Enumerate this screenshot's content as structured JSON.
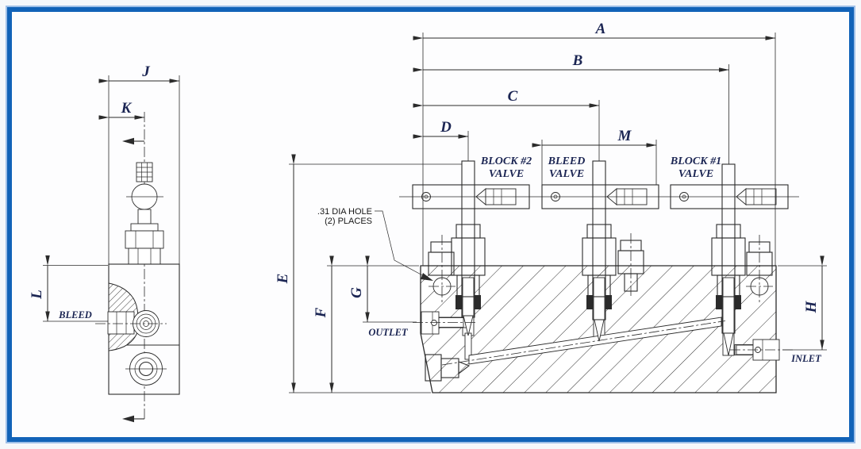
{
  "drawing": {
    "title_hint": "valve manifold section drawing",
    "dim_labels": {
      "a": "A",
      "b": "B",
      "c": "C",
      "d": "D",
      "e": "E",
      "f": "F",
      "g": "G",
      "h": "H",
      "j": "J",
      "k": "K",
      "l": "L",
      "m": "M"
    },
    "valve_labels": {
      "block2": {
        "line1": "BLOCK #2",
        "line2": "VALVE"
      },
      "bleed": {
        "line1": "BLEED",
        "line2": "VALVE"
      },
      "block1": {
        "line1": "BLOCK #1",
        "line2": "VALVE"
      }
    },
    "ports": {
      "bleed": "BLEED",
      "outlet": "OUTLET",
      "inlet": "INLET"
    },
    "note": {
      "line1": ".31 DIA HOLE",
      "line2": "(2) PLACES"
    },
    "colors": {
      "border_blue": "#1263b8",
      "label_navy": "#1b2553",
      "line_dark": "#2b2b2b",
      "background": "#fdfdfe"
    }
  }
}
